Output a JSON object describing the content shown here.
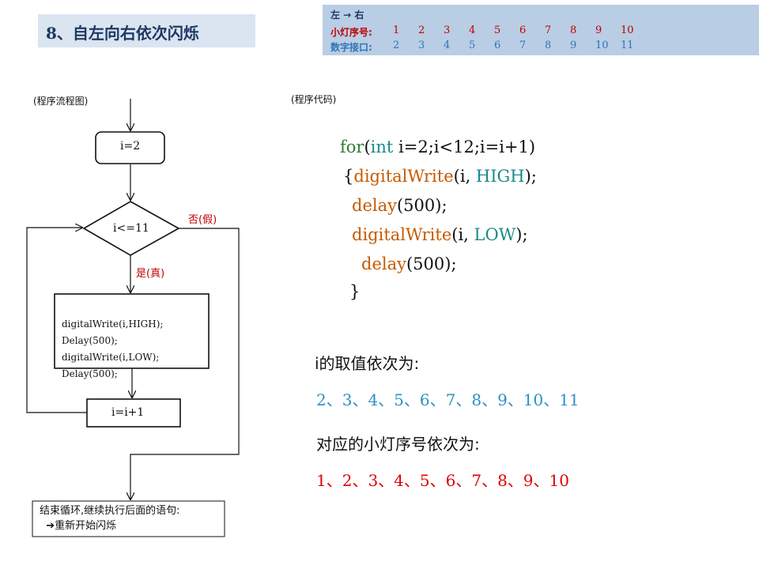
{
  "title": "8、自左向右依次闪烁",
  "mapping": {
    "heading": "左 → 右",
    "lamp_label": "小灯序号:",
    "pin_label": "数字接口:",
    "lamp_numbers": [
      "1",
      "2",
      "3",
      "4",
      "5",
      "6",
      "7",
      "8",
      "9",
      "10"
    ],
    "pin_numbers": [
      "2",
      "3",
      "4",
      "5",
      "6",
      "7",
      "8",
      "9",
      "10",
      "11"
    ],
    "colors": {
      "heading": "#1f3864",
      "lamp": "#c00000",
      "pin": "#2e75b6"
    }
  },
  "flowchart": {
    "caption": "(程序流程图)",
    "init": "i=2",
    "condition": "i<=11",
    "false_label": "否(假)",
    "true_label": "是(真)",
    "body_lines": [
      "digitalWrite(i,HIGH);",
      "Delay(500);",
      "digitalWrite(i,LOW);",
      "Delay(500);"
    ],
    "increment": "i=i+1",
    "end_lines": [
      "结束循环,继续执行后面的语句:",
      "  ➔重新开始闪烁"
    ]
  },
  "code": {
    "caption": "(程序代码)",
    "line1": {
      "kw": "for",
      "p1": "(",
      "type": "int",
      "rest": " i=2;i<12;i=i+1)"
    },
    "line2": {
      "brace": "{",
      "fn": "digitalWrite",
      "p1": "(i, ",
      "const": "HIGH",
      "p2": ");"
    },
    "line3": {
      "fn": "delay",
      "p": "(500);"
    },
    "line4": {
      "fn": "digitalWrite",
      "p1": "(i, ",
      "const": "LOW",
      "p2": ");"
    },
    "line5": {
      "fn": "delay",
      "p": "(500);"
    },
    "line6": {
      "brace": "}"
    }
  },
  "values": {
    "i_heading": "i的取值依次为:",
    "i_sequence": "2、3、4、5、6、7、8、9、10、11",
    "lamp_heading": "对应的小灯序号依次为:",
    "lamp_sequence": "1、2、3、4、5、6、7、8、9、10"
  }
}
